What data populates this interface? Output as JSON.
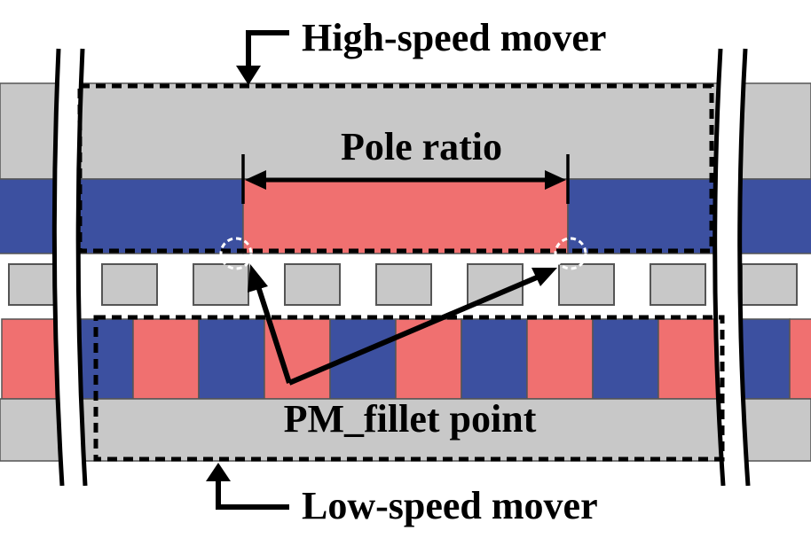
{
  "labels": {
    "high_speed_mover": "High-speed mover",
    "low_speed_mover": "Low-speed mover",
    "pole_ratio": "Pole ratio",
    "pm_fillet_point": "PM_fillet point"
  },
  "colors": {
    "back_iron": "#c8c8c8",
    "pole_piece": "#c8c8c8",
    "pm_north": "#f07070",
    "pm_south": "#3c50a0",
    "outline": "#555555",
    "annotation": "#000000",
    "fillet_marker": "#ffffff"
  },
  "high_speed_magnets": [
    "south",
    "south",
    "north",
    "south"
  ],
  "low_speed_magnets": [
    "north",
    "south",
    "north",
    "south",
    "north",
    "south",
    "north",
    "south",
    "north",
    "south",
    "north",
    "south",
    "north"
  ]
}
